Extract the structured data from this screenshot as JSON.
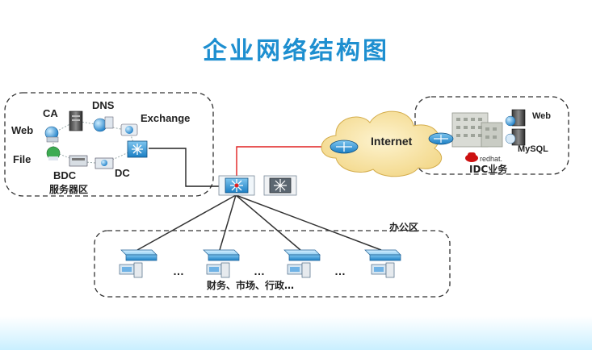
{
  "title": "企业网络结构图",
  "zones": {
    "server": "服务器区",
    "idc": "IDC业务",
    "office": "办公区"
  },
  "servers": {
    "ca": "CA",
    "dns": "DNS",
    "exchange": "Exchange",
    "web": "Web",
    "file": "File",
    "bdc": "BDC",
    "dc": "DC"
  },
  "internet": "Internet",
  "idc_labels": {
    "web": "Web",
    "mysql": "MySQL",
    "redhat": "redhat."
  },
  "office": {
    "ellipsis": "…",
    "departments": "财务、市场、行政…"
  },
  "colors": {
    "title": "#1e8fd0",
    "internet_link": "#e02020",
    "cloud_fill": "#fbe7a8",
    "switch_blue": "#1c7fc4"
  }
}
